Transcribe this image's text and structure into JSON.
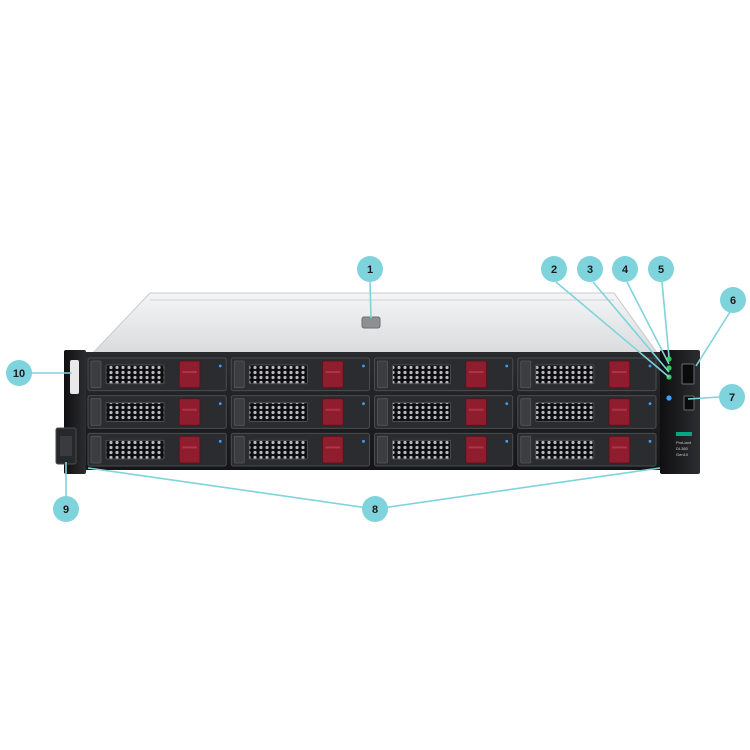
{
  "image": {
    "subject": "server-front-view",
    "colors": {
      "callout": "#7fd3dc",
      "chassis": "#1c1c1e",
      "chassis_top": "#e6e7e8",
      "drive_latch": "#8e1d2e",
      "led_green": "#34c759",
      "led_blue": "#3aa0ff",
      "hpe_green": "#01a982"
    }
  },
  "callouts": [
    {
      "number": "1"
    },
    {
      "number": "2"
    },
    {
      "number": "3"
    },
    {
      "number": "4"
    },
    {
      "number": "5"
    },
    {
      "number": "6"
    },
    {
      "number": "7"
    },
    {
      "number": "8"
    },
    {
      "number": "9"
    },
    {
      "number": "10"
    }
  ],
  "drive_bays": {
    "rows": 3,
    "columns": 4
  },
  "badge": {
    "line1": "ProLiant",
    "line2": "DL380",
    "line3": "Gen10"
  }
}
